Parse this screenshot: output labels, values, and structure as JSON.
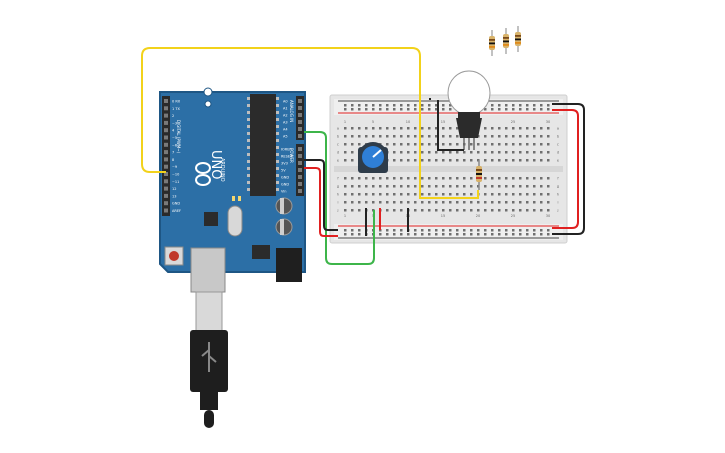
{
  "arduino": {
    "model": "UNO",
    "brand": "ARDUINO",
    "digital_label": "DIGITAL (PWM~)",
    "analog_label": "ANALOG IN",
    "power_label": "POWER",
    "pins_digital": [
      "0 RX",
      "1 TX",
      "2",
      "~3",
      "4",
      "~5",
      "~6",
      "7",
      "8",
      "~9",
      "~10",
      "~11",
      "12",
      "13",
      "GND",
      "AREF"
    ],
    "pins_analog": [
      "A0",
      "A1",
      "A2",
      "A3",
      "A4",
      "A5"
    ],
    "pins_power": [
      "IOREF",
      "RESET",
      "3V3",
      "5V",
      "GND",
      "GND",
      "Vin"
    ],
    "colors": {
      "board": "#2c6fa6",
      "board_edge": "#1e5684",
      "header": "#2a2a2a"
    }
  },
  "breadboard": {
    "column_numbers": [
      "1",
      "5",
      "10",
      "15",
      "20",
      "25",
      "30"
    ],
    "row_letters": [
      "a",
      "b",
      "c",
      "d",
      "e",
      "f",
      "g",
      "h",
      "i",
      "j"
    ],
    "colors": {
      "body": "#e6e6e6",
      "rail_red": "#e02020",
      "rail_dark": "#444444"
    }
  },
  "components": {
    "potentiometer": "potentiometer",
    "servo": "servo-motor",
    "resistor": "resistor",
    "resistor_stack": "resistors"
  },
  "wires": {
    "colors": {
      "signal": "#f2d21b",
      "analog": "#3db54a",
      "power": "#e02020",
      "ground": "#222222"
    }
  },
  "usb": {
    "connector": "usb-b-cable"
  }
}
